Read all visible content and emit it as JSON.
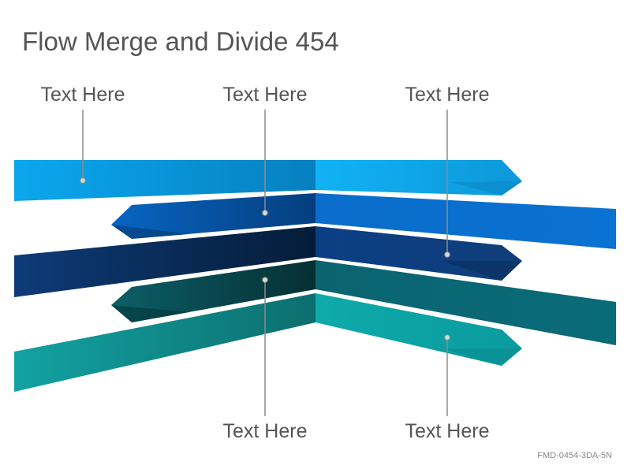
{
  "title": "Flow Merge and Divide 454",
  "labels": [
    "Text Here",
    "Text Here",
    "Text Here",
    "Text Here",
    "Text Here"
  ],
  "footer_code": "FMD-0454-3DA-5N",
  "colors": {
    "band1": "#0aa8ee",
    "band2": "#0066c2",
    "band3": "#0e3b7c",
    "band4": "#0b6675",
    "band5": "#12a5a5",
    "text": "#555555",
    "leader": "#8c8c8c"
  }
}
